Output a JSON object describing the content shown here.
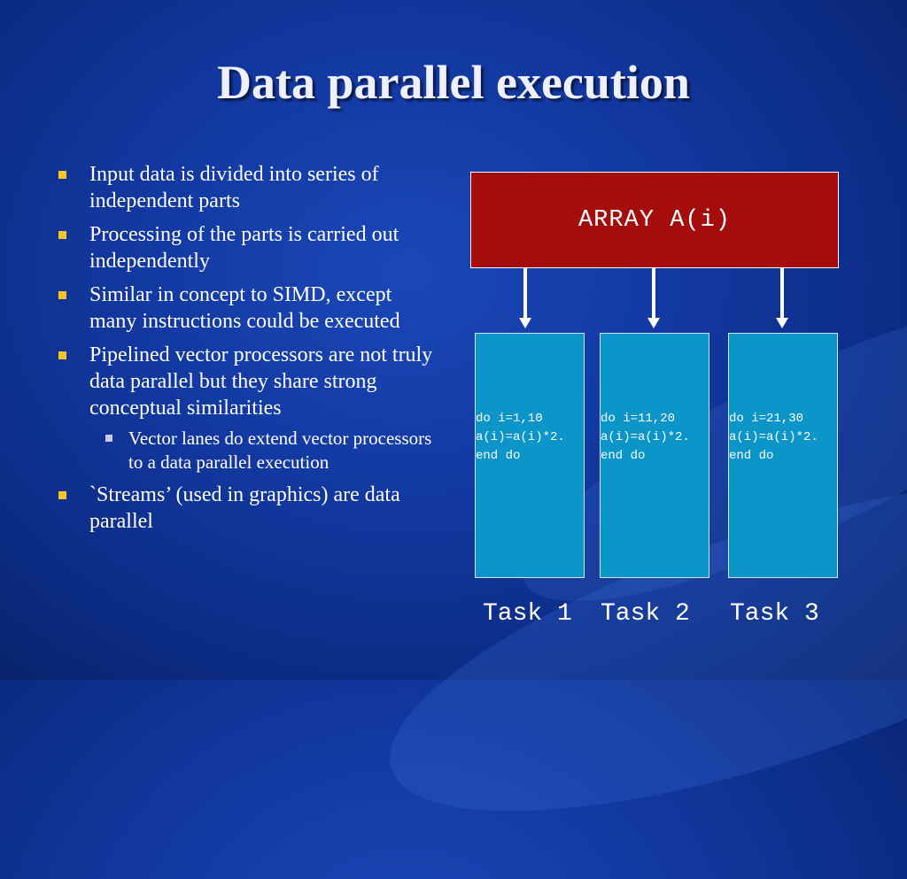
{
  "slide": {
    "title": "Data parallel execution",
    "bullets": [
      "Input data is divided into series of independent parts",
      "Processing of the parts is carried out independently",
      "Similar in concept to SIMD, except many instructions could be executed",
      "Pipelined vector processors are not truly data parallel but they share strong conceptual similarities",
      "`Streams’ (used in graphics) are data parallel"
    ],
    "sub_bullets": [
      "Vector lanes do extend vector processors to a data parallel execution"
    ]
  },
  "diagram": {
    "array_label": "ARRAY A(i)",
    "tasks": [
      {
        "code_line1": "do i=1,10",
        "code_line2": "a(i)=a(i)*2.",
        "code_line3": "end do",
        "label": "Task 1"
      },
      {
        "code_line1": "do i=11,20",
        "code_line2": "a(i)=a(i)*2.",
        "code_line3": "end do",
        "label": "Task 2"
      },
      {
        "code_line1": "do i=21,30",
        "code_line2": "a(i)=a(i)*2.",
        "code_line3": "end do",
        "label": "Task 3"
      }
    ]
  },
  "colors": {
    "background": "#1238a0",
    "bullet_marker": "#f3c623",
    "array_box": "#a50d0d",
    "task_box": "#0c95c9"
  }
}
